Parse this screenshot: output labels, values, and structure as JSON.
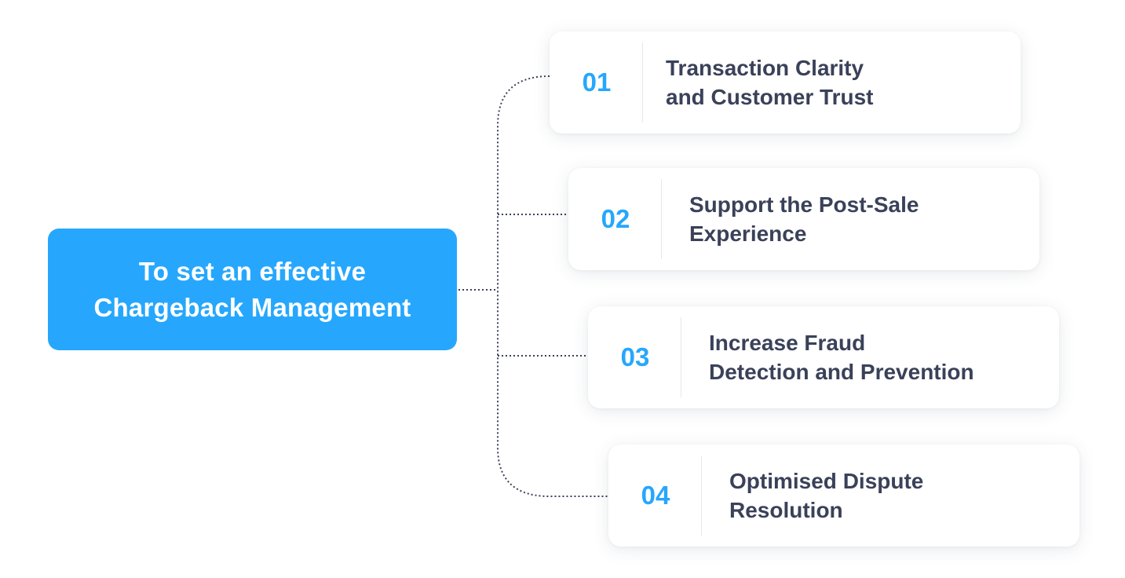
{
  "center": {
    "line1": "To set an effective",
    "line2": "Chargeback Management"
  },
  "steps": [
    {
      "number": "01",
      "line1": "Transaction Clarity",
      "line2": "and Customer Trust"
    },
    {
      "number": "02",
      "line1": "Support the Post-Sale",
      "line2": "Experience"
    },
    {
      "number": "03",
      "line1": "Increase Fraud",
      "line2": "Detection and Prevention"
    },
    {
      "number": "04",
      "line1": "Optimised Dispute",
      "line2": "Resolution"
    }
  ],
  "colors": {
    "accent": "#26a7fd",
    "text": "#3a4159",
    "connector": "#3a4159"
  }
}
